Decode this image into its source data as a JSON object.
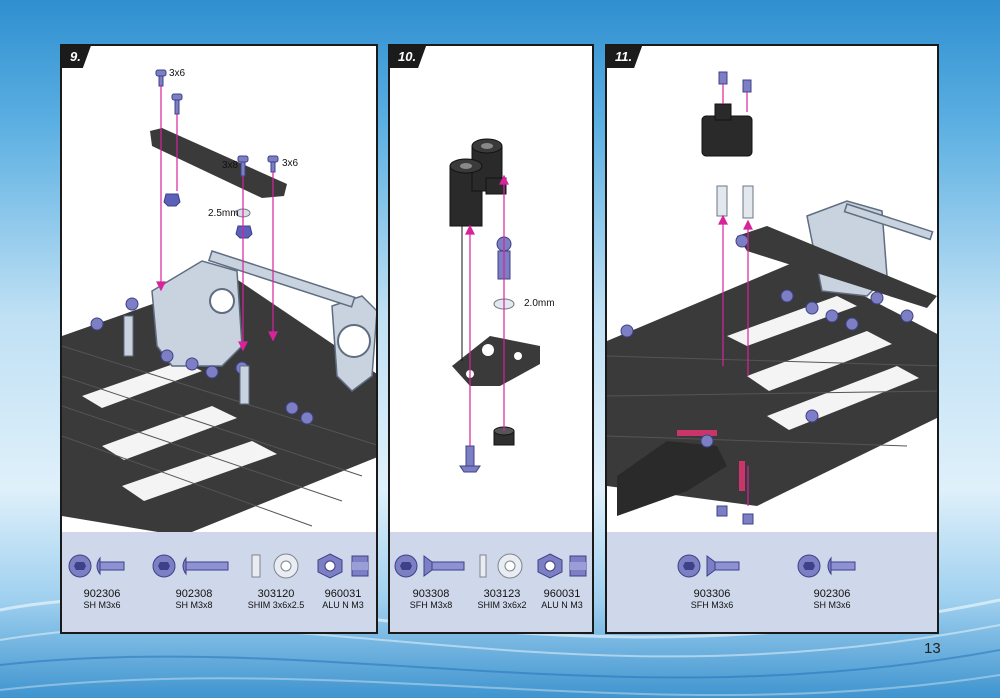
{
  "page_number": "13",
  "steps": [
    {
      "number": "9.",
      "annotations": [
        "3x6",
        "3x8",
        "3x6",
        "2.5mm"
      ],
      "parts": [
        {
          "code": "902306",
          "desc": "SH M3x6",
          "icon": "button-head-screw-icon"
        },
        {
          "code": "902308",
          "desc": "SH M3x8",
          "icon": "button-head-screw-icon"
        },
        {
          "code": "303120",
          "desc": "SHIM 3x6x2.5",
          "icon": "shim-washer-icon"
        },
        {
          "code": "960031",
          "desc": "ALU N M3",
          "icon": "alu-nut-icon"
        }
      ]
    },
    {
      "number": "10.",
      "annotations": [
        "2.0mm"
      ],
      "parts": [
        {
          "code": "903308",
          "desc": "SFH M3x8",
          "icon": "flat-head-screw-icon"
        },
        {
          "code": "303123",
          "desc": "SHIM 3x6x2",
          "icon": "shim-washer-icon"
        },
        {
          "code": "960031",
          "desc": "ALU N M3",
          "icon": "alu-nut-icon"
        }
      ]
    },
    {
      "number": "11.",
      "annotations": [],
      "parts": [
        {
          "code": "903306",
          "desc": "SFH M3x6",
          "icon": "flat-head-screw-icon"
        },
        {
          "code": "902306",
          "desc": "SH M3x6",
          "icon": "button-head-screw-icon"
        }
      ]
    }
  ],
  "colors": {
    "carbon": "#3a3a3a",
    "aluminum": "#c9d3df",
    "screw": "#7c7fc4",
    "guide_line": "#d8239b",
    "parts_bar": "#cfd8ea"
  }
}
